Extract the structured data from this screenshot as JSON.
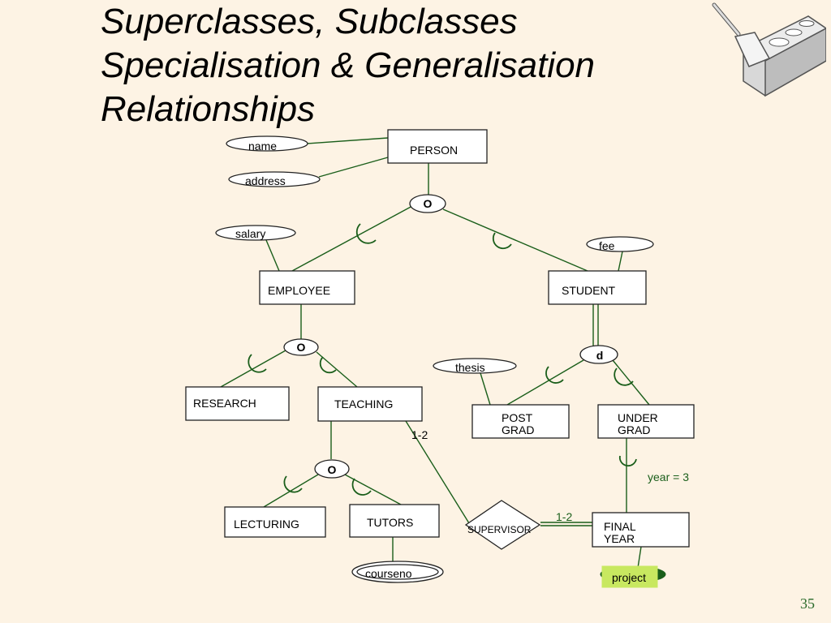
{
  "title": {
    "line1": "Superclasses, Subclasses",
    "line2": "Specialisation & Generalisation",
    "line3": "Relationships"
  },
  "entities": {
    "person": "PERSON",
    "employee": "EMPLOYEE",
    "student": "STUDENT",
    "research": "RESEARCH",
    "teaching": "TEACHING",
    "post_grad_1": "POST",
    "post_grad_2": "GRAD",
    "under_grad_1": "UNDER",
    "under_grad_2": "GRAD",
    "lecturing": "LECTURING",
    "tutors": "TUTORS",
    "final_year_1": "FINAL",
    "final_year_2": "YEAR"
  },
  "attributes": {
    "name": "name",
    "address": "address",
    "salary": "salary",
    "fee": "fee",
    "thesis": "thesis",
    "courseno": "courseno",
    "project": "project"
  },
  "relationship": {
    "supervisor": "SUPERVISOR"
  },
  "specialisation_marks": {
    "person": "O",
    "employee": "O",
    "student": "d",
    "teaching": "O"
  },
  "annotations": {
    "teaching_card": "1-2",
    "final_year_card": "1-2",
    "predicate": "year = 3"
  },
  "page_number": "35",
  "colors": {
    "background": "#fdf3e4",
    "line": "#1a5e1a",
    "project_fill": "#c8e860",
    "project_ellipse": "#1a5e1a"
  }
}
